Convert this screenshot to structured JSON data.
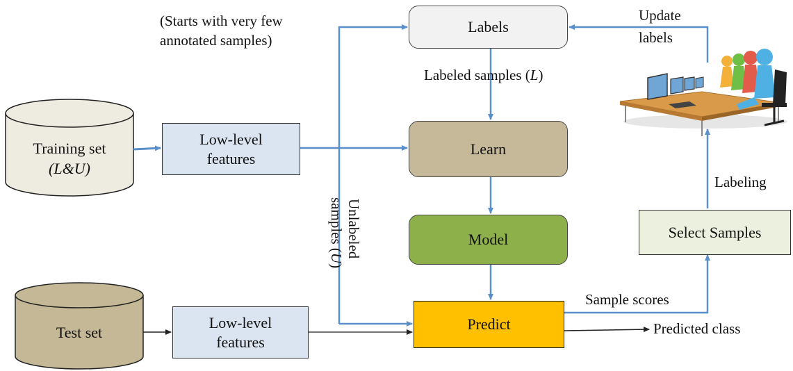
{
  "note": {
    "line1": "(Starts with very few",
    "line2": "annotated samples)"
  },
  "nodes": {
    "labels": "Labels",
    "learn": "Learn",
    "model": "Model",
    "predict": "Predict",
    "select_samples": "Select Samples",
    "lowlevel_train": {
      "line1": "Low-level",
      "line2": "features"
    },
    "lowlevel_test": {
      "line1": "Low-level",
      "line2": "features"
    },
    "training_set": {
      "line1": "Training set",
      "line2": "(L&U)"
    },
    "test_set": "Test set"
  },
  "edges": {
    "labeled_samples": {
      "text": "Labeled  samples  (",
      "var": "L",
      "close": ")"
    },
    "unlabeled_samples": {
      "line1": "Unlabeled",
      "line2_text": "samples  (",
      "line2_var": "U",
      "line2_close": ")"
    },
    "update_labels": {
      "line1": "Update",
      "line2": "labels"
    },
    "labeling": "Labeling",
    "sample_scores": "Sample scores",
    "predicted_class": "Predicted class"
  },
  "icon": "annotators-at-computers-icon",
  "colors": {
    "arrow": "#5b8fc9",
    "labels_fill": "#f2f2f2",
    "learn_fill": "#c5b99a",
    "model_fill": "#8db04a",
    "predict_fill": "#ffc000",
    "select_fill": "#ebf1de",
    "lowlevel_fill": "#dbe5f1",
    "training_fill": "#eeece1",
    "test_fill": "#c4b897"
  }
}
